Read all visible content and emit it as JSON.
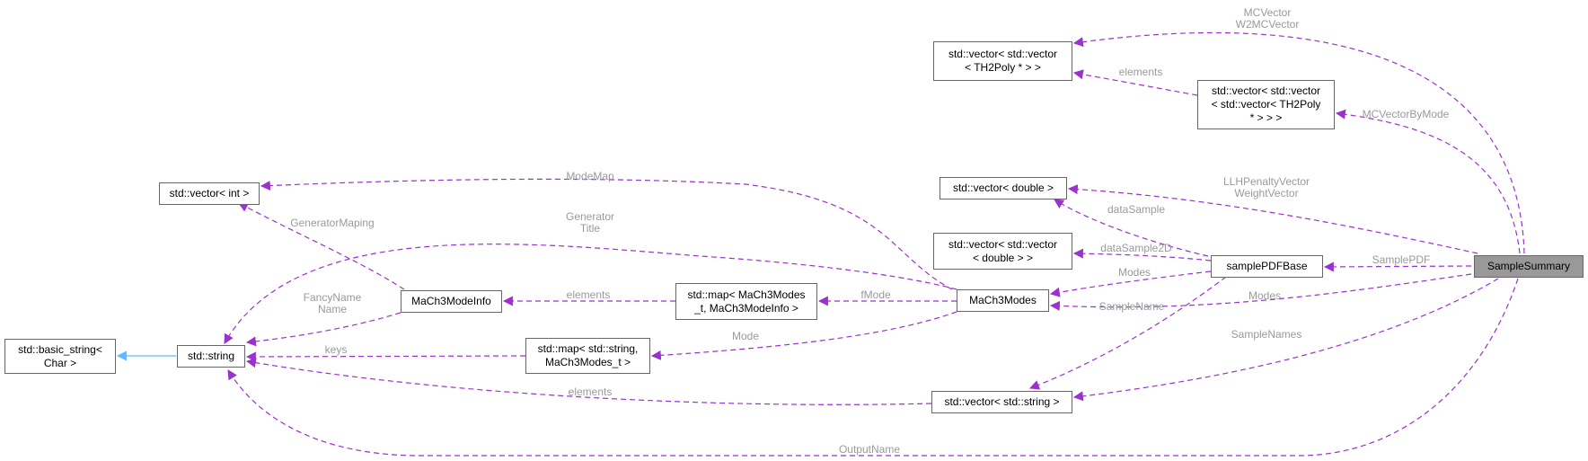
{
  "colors": {
    "usage_edge": "#9a32cd",
    "inheritance_edge": "#63b8ff",
    "node_border": "#666666",
    "root_fill": "#999999",
    "edge_label": "#9a9a9a"
  },
  "nodes": {
    "sample_summary": "SampleSummary",
    "vec_vec_th2poly": "std::vector< std::vector\n< TH2Poly * > >",
    "vec_vec_vec_th2poly": "std::vector< std::vector\n< std::vector< TH2Poly\n * > > >",
    "vec_double": "std::vector< double >",
    "vec_vec_double": "std::vector< std::vector\n< double > >",
    "sample_pdf_base": "samplePDFBase",
    "vec_int": "std::vector< int >",
    "mach3_modes": "MaCh3Modes",
    "map_modes_info": "std::map< MaCh3Modes\n_t, MaCh3ModeInfo >",
    "mach3_mode_info": "MaCh3ModeInfo",
    "std_string": "std::string",
    "basic_string": "std::basic_string<\nChar >",
    "map_string_modes": "std::map< std::string,\nMaCh3Modes_t >",
    "vec_string": "std::vector< std::string >"
  },
  "edge_labels": {
    "mcvector": "MCVector\nW2MCVector",
    "elements_th2poly": "elements",
    "mcvector_by_mode": "MCVectorByMode",
    "llh_weight": "LLHPenaltyVector\nWeightVector",
    "data_sample": "dataSample",
    "data_sample_2d": "dataSample2D",
    "sample_pdf": "SamplePDF",
    "modes_pdf": "Modes",
    "modes_summary": "Modes",
    "sample_name": "SampleName",
    "sample_names": "SampleNames",
    "mode_map": "ModeMap",
    "generator_title": "Generator\nTitle",
    "generator_maping": "GeneratorMaping",
    "fancy_name": "FancyName\nName",
    "elements_info": "elements",
    "fmode": "fMode",
    "mode": "Mode",
    "keys": "keys",
    "elements_string": "elements",
    "output_name": "OutputName"
  }
}
